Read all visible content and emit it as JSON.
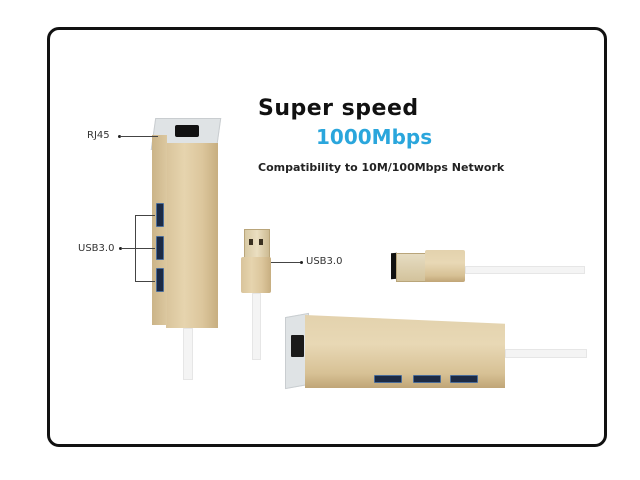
{
  "headline": {
    "title": "Super speed",
    "speed": "1000Mbps",
    "compatibility": "Compatibility to 10M/100Mbps Network"
  },
  "watermark": "",
  "callouts": {
    "rj45": "RJ45",
    "usb_hub_ports": "USB3.0",
    "usb_plug": "USB3.0"
  },
  "colors": {
    "frame_border": "#111111",
    "accent_speed": "#2aa6dc",
    "product_gold": "#dcc69c"
  }
}
